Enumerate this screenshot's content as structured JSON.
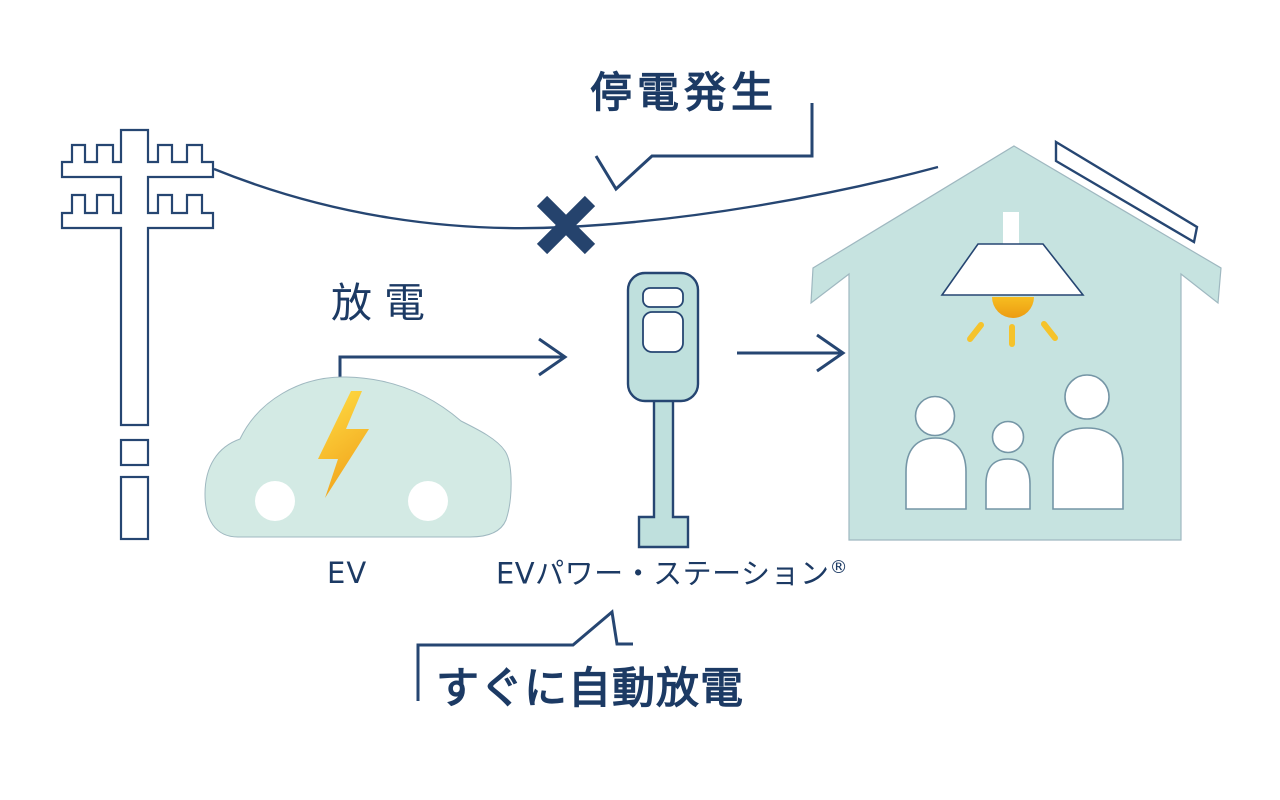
{
  "diagram": {
    "labels": {
      "outage": "停電発生",
      "discharge": "放電",
      "ev": "EV",
      "station": "EVパワー・ステーション",
      "station_registered_mark": "®",
      "auto_discharge": "すぐに自動放電"
    },
    "icons": {
      "utility_pole": "utility-pole-icon",
      "power_line": "power-line",
      "outage_cross": "outage-x-icon",
      "outage_callout": "outage-callout-line",
      "discharge_arrow": "discharge-arrow-icon",
      "ev_car": "ev-car-icon",
      "lightning_bolt": "lightning-bolt-icon",
      "ev_power_station": "ev-power-station-icon",
      "flow_arrow": "flow-arrow-icon",
      "house": "house-icon",
      "ceiling_lamp": "ceiling-lamp-icon",
      "light_glow": "light-glow-icon",
      "light_rays": "light-rays-icon",
      "solar_panel": "solar-panel-icon",
      "family": "family-icon",
      "auto_discharge_callout": "auto-discharge-callout-line"
    },
    "colors": {
      "background": "#ffffff",
      "line_navy": "#264672",
      "cross_navy": "#25436d",
      "text_navy": "#1c3a64",
      "car_teal": "#d3eae4",
      "house_teal": "#c6e3e0",
      "station_teal": "#bfe0dd",
      "bolt_yellow": "#ffdf45",
      "bolt_amber": "#f2a51d",
      "bulb_gold_top": "#f7bd20",
      "bulb_gold_bottom": "#ec9c12",
      "ray_yellow": "#f5c32b",
      "figure_outline": "#7596a6",
      "soft_edge": "#9fb8c0"
    }
  }
}
